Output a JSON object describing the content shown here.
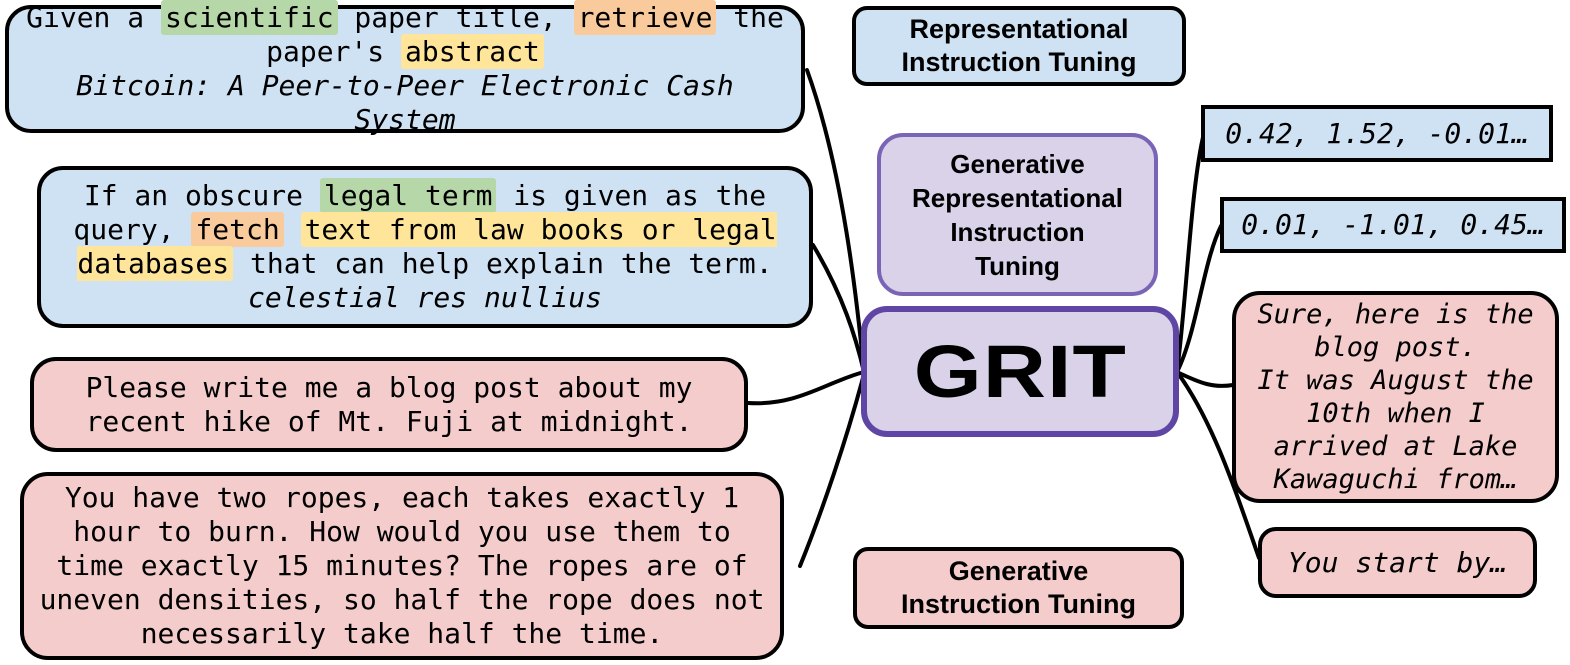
{
  "figure_title": "GRIT diagram",
  "palette": {
    "blue_fill": "#cfe2f3",
    "pink_fill": "#f4cccc",
    "purple_fill": "#d9d2e9",
    "purple_border": "#7a64b5",
    "grit_border": "#5f46a5",
    "line_color": "#000000",
    "highlight_green": "#b6d7a8",
    "highlight_orange": "#f9cb9c",
    "highlight_yellow": "#ffe599"
  },
  "center": {
    "representational_label": "Representational\nInstruction Tuning",
    "generative_representational_label": "Generative\nRepresentational\nInstruction\nTuning",
    "grit_label": "GRIT",
    "generative_label": "Generative\nInstruction Tuning"
  },
  "inputs": {
    "embedding_examples": [
      {
        "segments": [
          {
            "t": "Given a "
          },
          {
            "t": "scientific",
            "h": "green"
          },
          {
            "t": " paper title, "
          },
          {
            "t": "retrieve",
            "h": "orange"
          },
          {
            "t": " the\npaper's "
          },
          {
            "t": "abstract",
            "h": "yellow"
          }
        ],
        "query": "Bitcoin: A Peer-to-Peer Electronic Cash System"
      },
      {
        "segments": [
          {
            "t": "If an obscure "
          },
          {
            "t": "legal term",
            "h": "green"
          },
          {
            "t": " is given as the\nquery, "
          },
          {
            "t": "fetch",
            "h": "orange"
          },
          {
            "t": " "
          },
          {
            "t": "text from law books or legal\ndatabases",
            "h": "yellow"
          },
          {
            "t": " that can help explain the term."
          }
        ],
        "query": "celestial res nullius"
      }
    ],
    "generative_examples": [
      {
        "text": "Please write me a blog post about my\nrecent hike of Mt. Fuji at midnight."
      },
      {
        "text": "You have two ropes, each takes exactly 1\nhour to burn. How would you use them to\ntime exactly 15 minutes? The ropes are of\nuneven densities, so half the rope does not\nnecessarily take half the time."
      }
    ]
  },
  "outputs": {
    "embeddings": [
      {
        "text": "0.42, 1.52, -0.01…"
      },
      {
        "text": "0.01, -1.01, 0.45…"
      }
    ],
    "generations": [
      {
        "text": "Sure, here is the\nblog post.\nIt was August the\n10th when I\narrived at Lake\nKawaguchi from…"
      },
      {
        "text": "You start by…"
      }
    ]
  }
}
